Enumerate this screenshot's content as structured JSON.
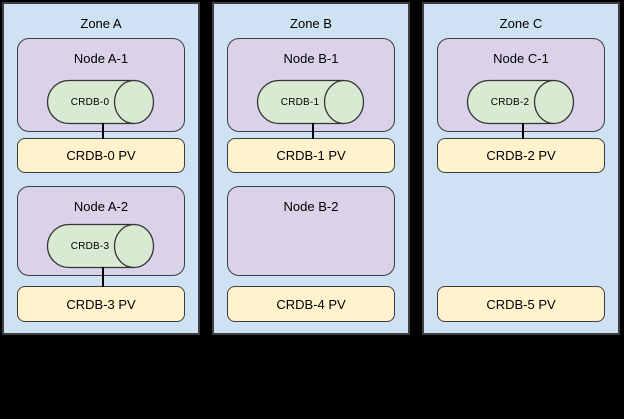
{
  "colors": {
    "canvas_bg": "#000000",
    "zone_bg": "#cfe2f3",
    "zone_border": "#3b3e42",
    "node_bg": "#d9d2e9",
    "node_border": "#3d3d3d",
    "pod_fill": "#d9ead3",
    "pod_border": "#333333",
    "pv_bg": "#fff2cc",
    "pv_border": "#3d3d3d",
    "connector": "#000000",
    "text": "#000000"
  },
  "zones": [
    {
      "title": "Zone A",
      "nodes": [
        {
          "label": "Node A-1",
          "pod": "CRDB-0",
          "pv": "CRDB-0 PV"
        },
        {
          "label": "Node A-2",
          "pod": "CRDB-3",
          "pv": "CRDB-3 PV"
        }
      ]
    },
    {
      "title": "Zone B",
      "nodes": [
        {
          "label": "Node B-1",
          "pod": "CRDB-1",
          "pv": "CRDB-1 PV"
        },
        {
          "label": "Node B-2",
          "pv": "CRDB-4 PV"
        }
      ]
    },
    {
      "title": "Zone C",
      "nodes": [
        {
          "label": "Node C-1",
          "pod": "CRDB-2",
          "pv": "CRDB-2 PV"
        },
        {
          "pv": "CRDB-5 PV"
        }
      ]
    }
  ]
}
